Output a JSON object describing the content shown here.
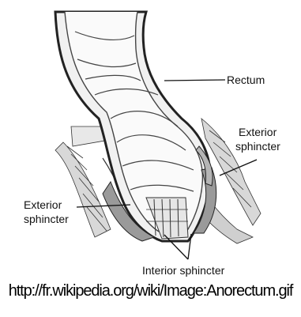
{
  "diagram": {
    "labels": {
      "rectum": "Rectum",
      "exterior_right_line1": "Exterior",
      "exterior_right_line2": "sphincter",
      "exterior_left_line1": "Exterior",
      "exterior_left_line2": "sphincter",
      "interior": "Interior sphincter"
    },
    "caption": "http://fr.wikipedia.org/wiki/Image:Anorectum.gif"
  }
}
